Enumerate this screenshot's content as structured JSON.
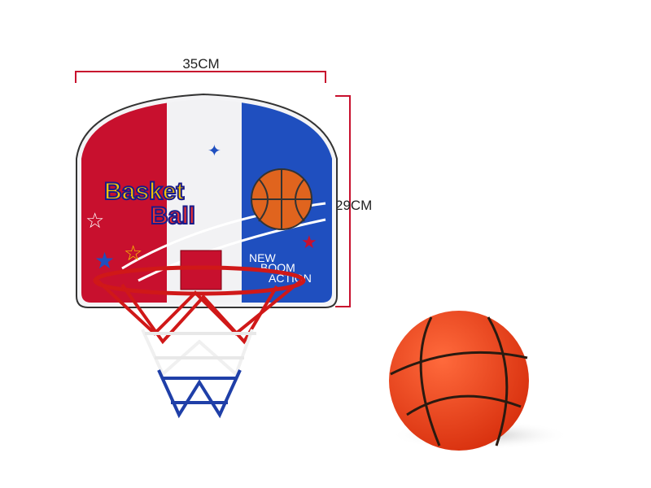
{
  "dimensions": {
    "width_label": "35CM",
    "height_label": "29CM"
  },
  "backboard": {
    "logo_text": "Basket Ball",
    "slogan_lines": [
      "NEW",
      "BOOM",
      "ACTION"
    ]
  },
  "colors": {
    "red": "#c8102e",
    "blue": "#1f4fbf",
    "white": "#f2f2f4",
    "ball": "#e8401c",
    "dim_line": "#c8102e"
  }
}
